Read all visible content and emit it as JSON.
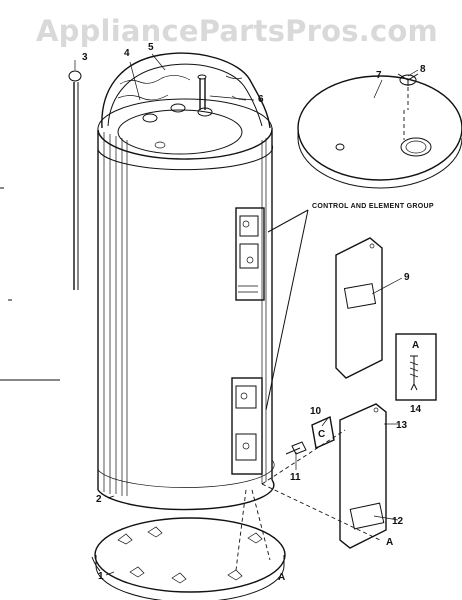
{
  "watermark": {
    "text": "AppliancePartsPros.com",
    "color": "#d9d9d9"
  },
  "caption": "CONTROL AND ELEMENT GROUP",
  "callouts": {
    "c1": "1",
    "c2": "2",
    "c3": "3",
    "c4": "4",
    "c5": "5",
    "c6": "6",
    "c7": "7",
    "c8": "8",
    "c9": "9",
    "c10": "10",
    "c11": "11",
    "c12": "12",
    "c13": "13",
    "c14": "14",
    "a_base": "A",
    "a_panel": "A",
    "a_box": "A"
  },
  "colors": {
    "ink": "#111111",
    "paper": "#ffffff"
  }
}
